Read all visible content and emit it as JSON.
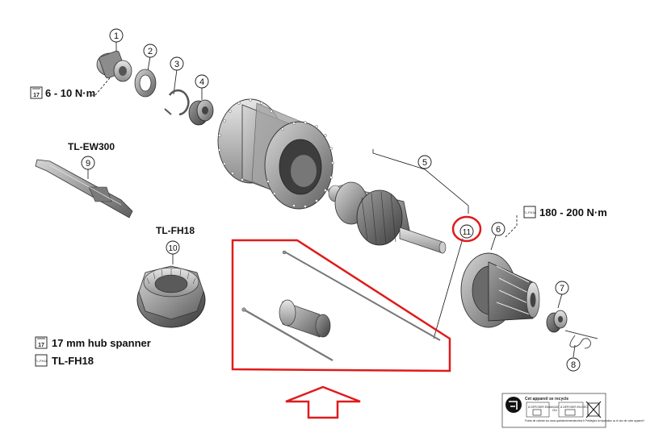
{
  "torque_top": "6 - 10 N·m",
  "torque_right": "180 - 200 N·m",
  "tool_ew300": "TL-EW300",
  "tool_fh18": "TL-FH18",
  "legend": {
    "spanner": "17 mm hub spanner",
    "fh18": "TL-FH18"
  },
  "spanner_icon_text": "17",
  "tool_icon_text": "TL-FH18",
  "callouts": [
    "1",
    "2",
    "3",
    "4",
    "5",
    "6",
    "7",
    "8",
    "9",
    "10",
    "11"
  ],
  "recycle": {
    "title": "Cet appareil se recycle",
    "col1": "À DÉPOSER EN MAGASIN",
    "col2": "À DÉPOSER EN DÉCHÈTERIE",
    "col3": "OU",
    "footer": "Points de collecte sur www.quefairedemesdechets.fr Privilégiez la réparation ou le don de votre appareil !"
  },
  "colors": {
    "highlight": "#e01b1b",
    "part_fill": "#9a9a9a",
    "part_dark": "#5a5a5a",
    "part_light": "#cfcfcf",
    "line": "#111111"
  }
}
